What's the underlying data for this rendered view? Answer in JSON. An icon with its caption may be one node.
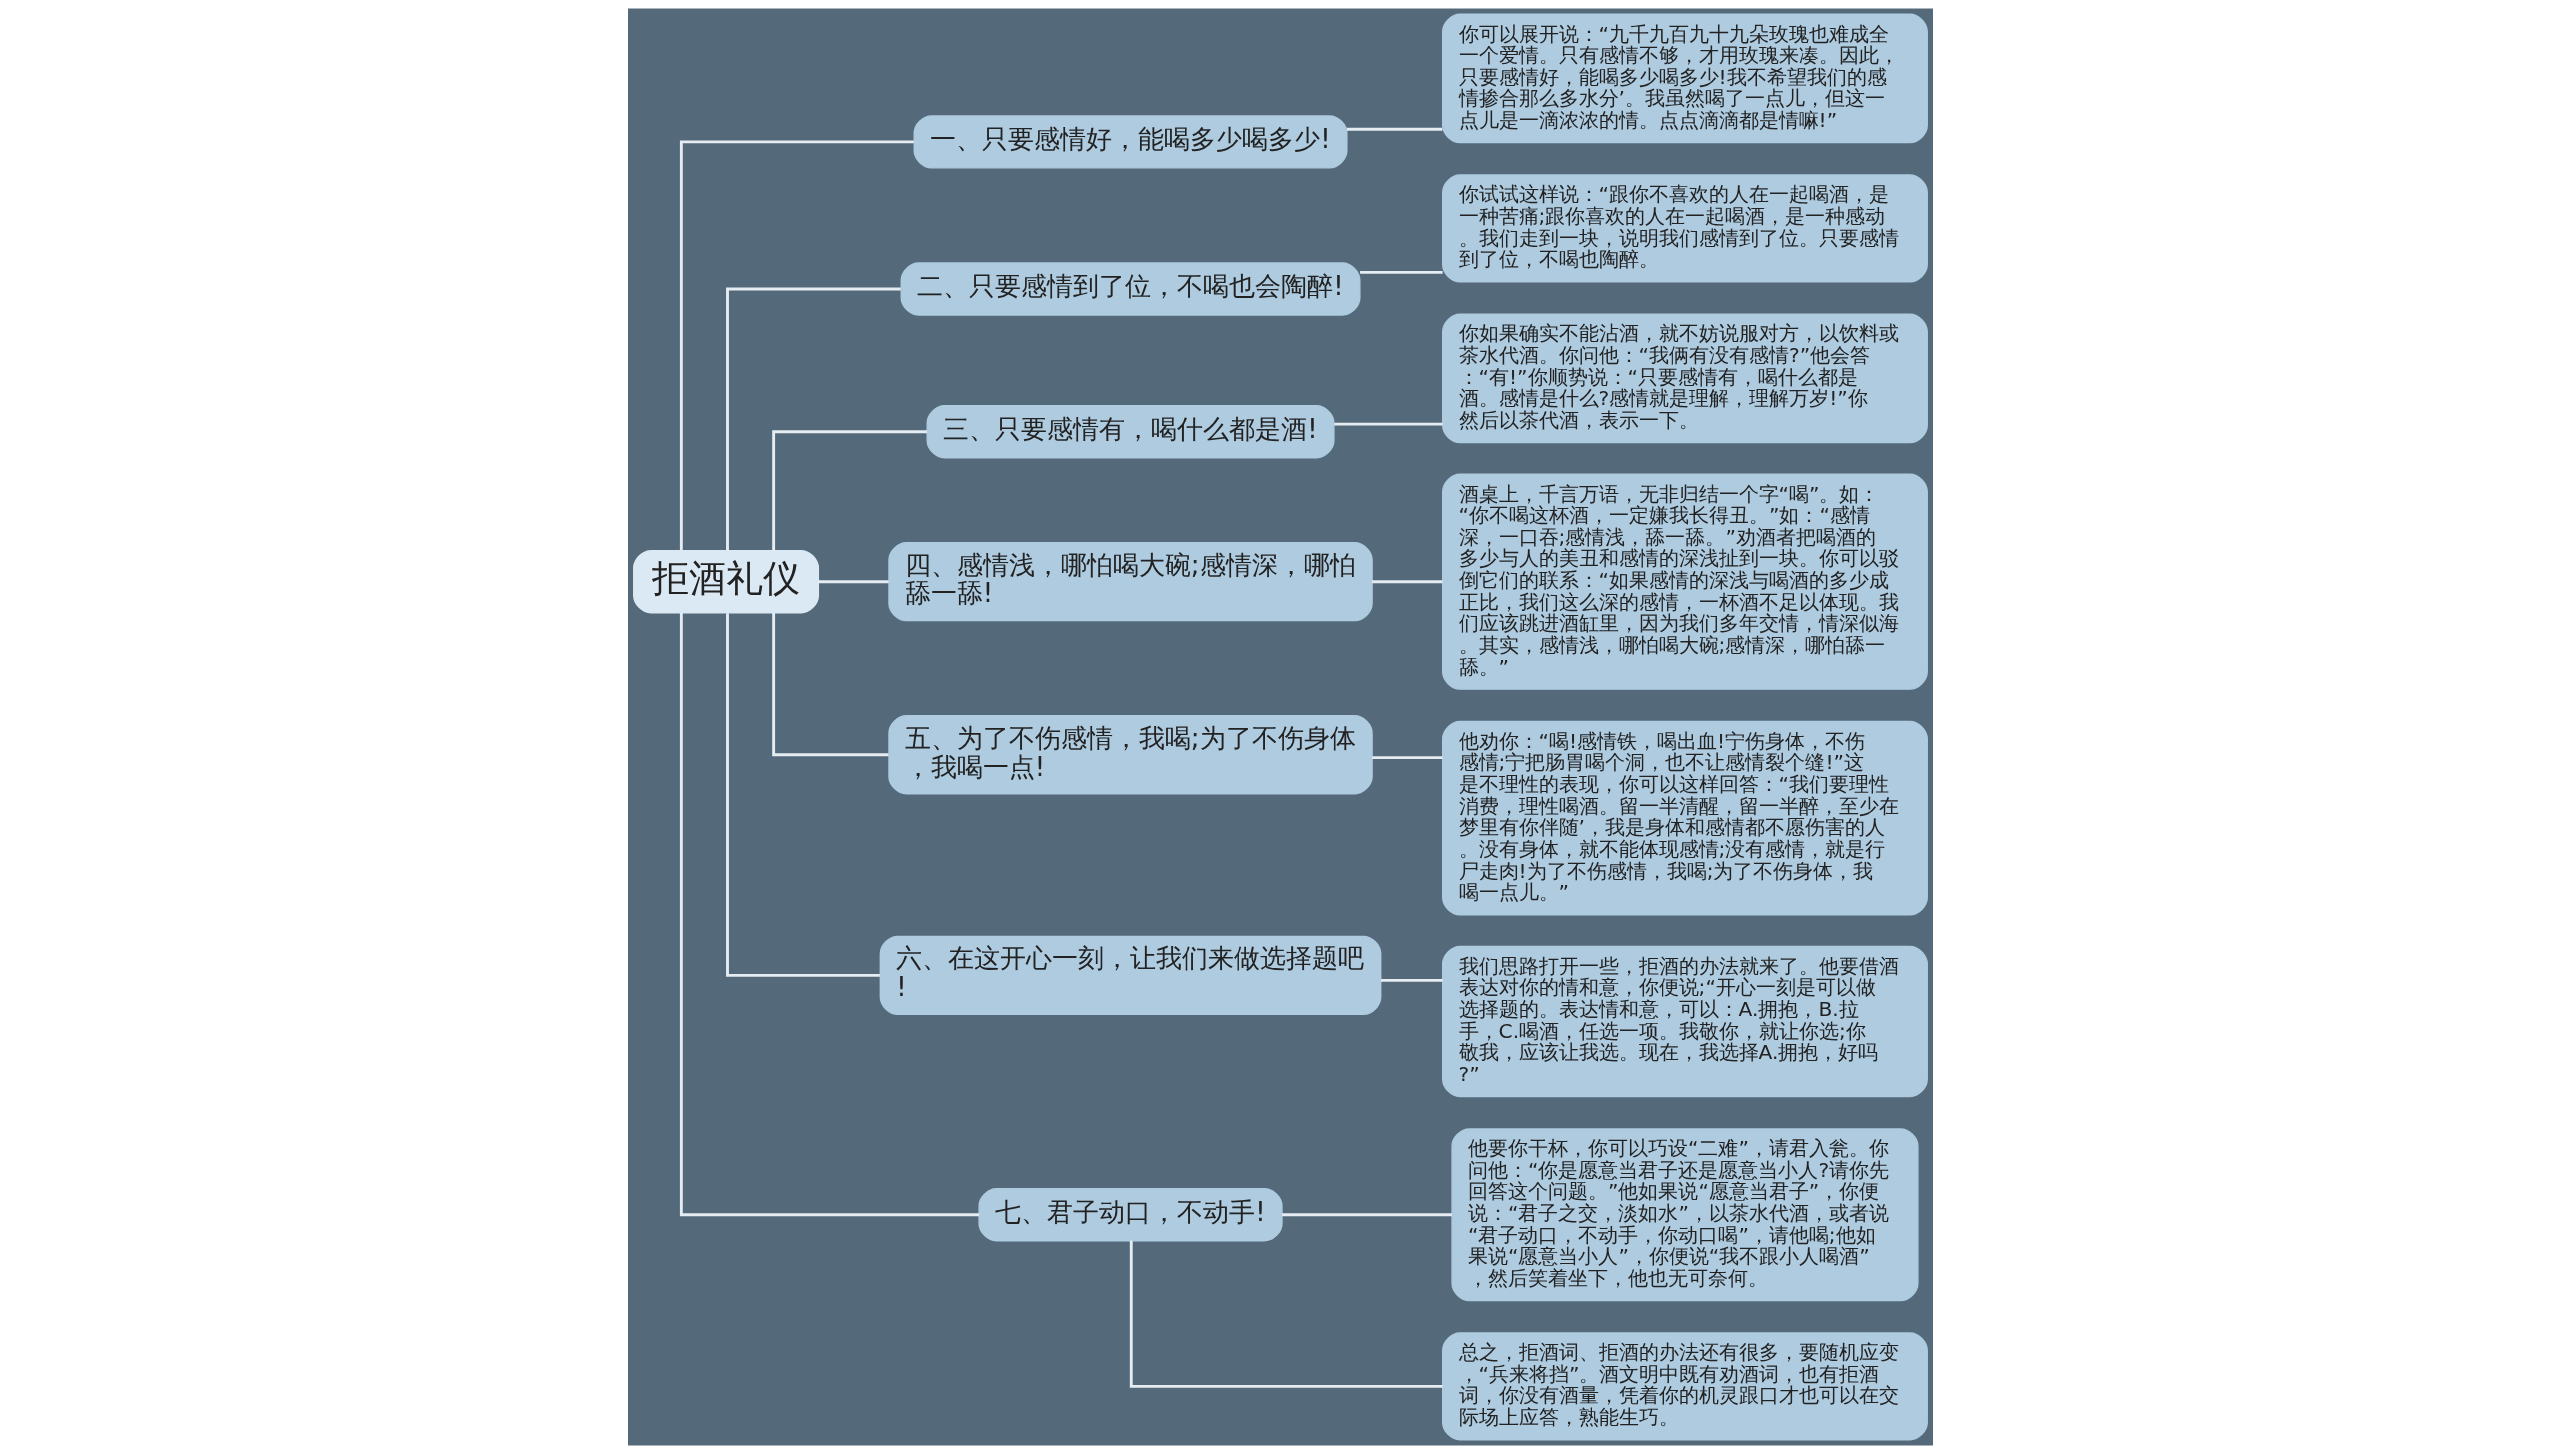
{
  "diagram": {
    "nodes": [
      {
        "text": [
          "拒酒礼仪"
        ]
      },
      {
        "text": [
          "一、只要感情好，能喝多少喝多少!"
        ]
      },
      {
        "text": [
          "你可以展开说：“九千九百九十九朵玫瑰也难成全一个爱情。只有感情不够，才用玫瑰来凑。因此，只要感情好，能喝多少喝多少!我不希望我们的感情掺合那么多水分’。我虽然喝了一点儿，但这一点儿是一滴浓浓的情。点点滴滴都是情嘛!”"
        ]
      },
      {
        "text": [
          "二、只要感情到了位，不喝也会陶醉!"
        ]
      },
      {
        "text": [
          "你试试这样说：“跟你不喜欢的人在一起喝酒，是一种苦痛;跟你喜欢的人在一起喝酒，是一种感动。我们走到一块，说明我们感情到了位。只要感情到了位，不喝也陶醉。"
        ]
      },
      {
        "text": [
          "三、只要感情有，喝什么都是酒!"
        ]
      },
      {
        "text": [
          "你如果确实不能沾酒，就不妨说服对方，以饮料或茶水代酒。你问他：“我俩有没有感情?”他会答：“有!”你顺势说：“只要感情有，喝什么都是酒。感情是什么?感情就是理解，理解万岁!”你然后以茶代酒，表示一下。"
        ]
      },
      {
        "text": [
          "四、感情浅，哪怕喝大碗;感情深，哪怕舔一舔!"
        ]
      },
      {
        "text": [
          "酒桌上，千言万语，无非归结一个字“喝”。如：“你不喝这杯酒，一定嫌我长得丑。”如：“感情深，一口吞;感情浅，舔一舔。”劝酒者把喝酒的多少与人的美丑和感情的深浅扯到一块。你可以驳倒它们的联系：“如果感情的深浅与喝酒的多少成正比，我们这么深的感情，一杯酒不足以体现。我们应该跳进酒缸里，因为我们多年交情，情深似海。其实，感情浅，哪怕喝大碗;感情深，哪怕舔一舔。”"
        ]
      },
      {
        "text": [
          "五、为了不伤感情，我喝;为了不伤身体，我喝一点!"
        ]
      },
      {
        "text": [
          "他劝你：“喝!感情铁，喝出血!宁伤身体，不伤感情;宁把肠胃喝个洞，也不让感情裂个缝!”这是不理性的表现，你可以这样回答：“我们要理性消费，理性喝酒。留一半清醒，留一半醉，至少在梦里有你伴随’，我是身体和感情都不愿伤害的人。没有身体，就不能体现感情;没有感情，就是行尸走肉!为了不伤感情，我喝;为了不伤身体，我喝一点儿。”"
        ]
      },
      {
        "text": [
          "六、在这开心一刻，让我们来做选择题吧!"
        ]
      },
      {
        "text": [
          "我们思路打开一些，拒酒的办法就来了。他要借酒表达对你的情和意，你便说;“开心一刻是可以做选择题的。表达情和意，可以：A.拥抱，B.拉手，C.喝酒，任选一项。我敬你，就让你选;你敬我，应该让我选。现在，我选择A.拥抱，好吗?”"
        ]
      },
      {
        "text": [
          "七、君子动口，不动手!"
        ]
      },
      {
        "text": [
          "他要你干杯，你可以巧设“二难”，请君入瓮。你问他：“你是愿意当君子还是愿意当小人?请你先回答这个问题。”他如果说“愿意当君子”，你便说：“君子之交，淡如水”，以茶水代酒，或者说“君子动口，不动手，你动口喝”，请他喝;他如果说“愿意当小人”，你便说“我不跟小人喝酒”，然后笑着坐下，他也无可奈何。"
        ]
      },
      {
        "text": [
          "总之，拒酒词、拒酒的办法还有很多，要随机应变，“兵来将挡”。酒文明中既有劝酒词，也有拒酒词，你没有酒量，凭着你的机灵跟口才也可以在交际场上应答，熟能生巧。"
        ]
      }
    ],
    "edges": [
      {
        "from": 0,
        "to": 1,
        "arrow": "none"
      },
      {
        "from": 1,
        "to": 2,
        "arrow": "none"
      },
      {
        "from": 0,
        "to": 3,
        "arrow": "none"
      },
      {
        "from": 3,
        "to": 4,
        "arrow": "none"
      },
      {
        "from": 0,
        "to": 5,
        "arrow": "none"
      },
      {
        "from": 5,
        "to": 6,
        "arrow": "none"
      },
      {
        "from": 0,
        "to": 7,
        "arrow": "none"
      },
      {
        "from": 7,
        "to": 8,
        "arrow": "none"
      },
      {
        "from": 0,
        "to": 9,
        "arrow": "none"
      },
      {
        "from": 9,
        "to": 10,
        "arrow": "none"
      },
      {
        "from": 0,
        "to": 11,
        "arrow": "none"
      },
      {
        "from": 11,
        "to": 12,
        "arrow": "none"
      },
      {
        "from": 0,
        "to": 13,
        "arrow": "none"
      },
      {
        "from": 13,
        "to": 14,
        "arrow": "none"
      },
      {
        "from": 13,
        "to": 15,
        "arrow": "none"
      }
    ]
  }
}
